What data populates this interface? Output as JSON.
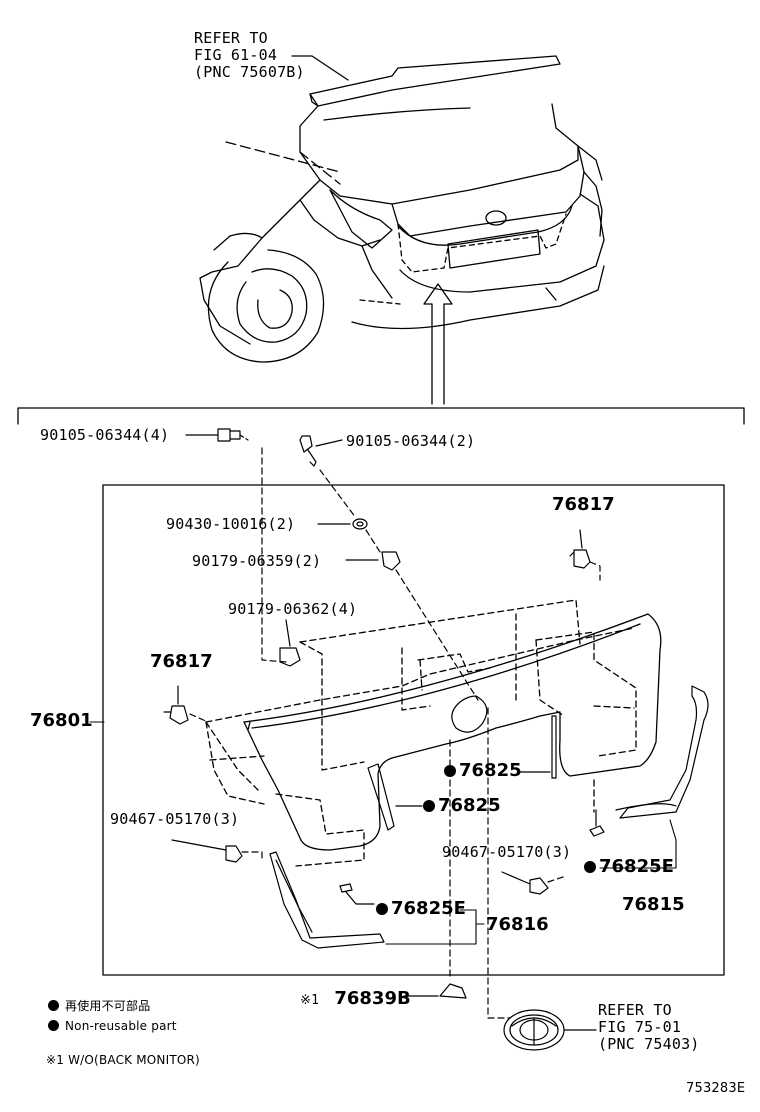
{
  "refs": {
    "top": [
      "REFER TO",
      "FIG 61-04",
      "(PNC 75607B)"
    ],
    "emblem": [
      "REFER TO",
      "FIG 75-01",
      "(PNC 75403)"
    ]
  },
  "parts": {
    "bolt_left": "90105-06344(4)",
    "bolt_right": "90105-06344(2)",
    "washer": "90430-10016(2)",
    "nut_upper": "90179-06359(2)",
    "nut_lower": "90179-06362(4)",
    "clip_top_right": "76817",
    "clip_left": "76817",
    "garnish": "76801",
    "pad_center": "76825",
    "pad_left": "76825",
    "fastener_left": "90467-05170(3)",
    "fastener_right": "90467-05170(3)",
    "pad_right_e": "76825E",
    "moulding_right": "76815",
    "pad_left_e": "76825E",
    "moulding_left": "76816",
    "cover": "76839B",
    "cover_mark": "※1"
  },
  "legend": {
    "jp": "再使用不可部品",
    "en": "Non-reusable part",
    "note": "※1 W/O(BACK MONITOR)"
  },
  "figure_id": "753283E"
}
